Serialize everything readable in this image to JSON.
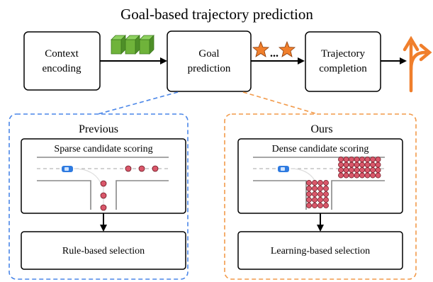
{
  "title": "Goal-based trajectory prediction",
  "pipeline": {
    "context_box": [
      "Context",
      "encoding"
    ],
    "goal_box": [
      "Goal",
      "prediction"
    ],
    "completion_box": [
      "Trajectory",
      "completion"
    ],
    "ellipsis": "..."
  },
  "previous_panel": {
    "heading": "Previous",
    "scene_label": "Sparse candidate scoring",
    "selection_label": "Rule-based selection",
    "border_color": "#4a86e8"
  },
  "ours_panel": {
    "heading": "Ours",
    "scene_label": "Dense candidate scoring",
    "selection_label": "Learning-based selection",
    "border_color": "#f29a4a"
  },
  "colors": {
    "feature_cube": "#6fb33a",
    "star": "#f07f2c",
    "output_arrow": "#f07f2c",
    "candidate_dot": "#d9576a",
    "vehicle": "#2f7be0"
  },
  "icons": [
    "feature-cube-icon",
    "star-icon",
    "fork-arrow-icon",
    "vehicle-icon"
  ]
}
